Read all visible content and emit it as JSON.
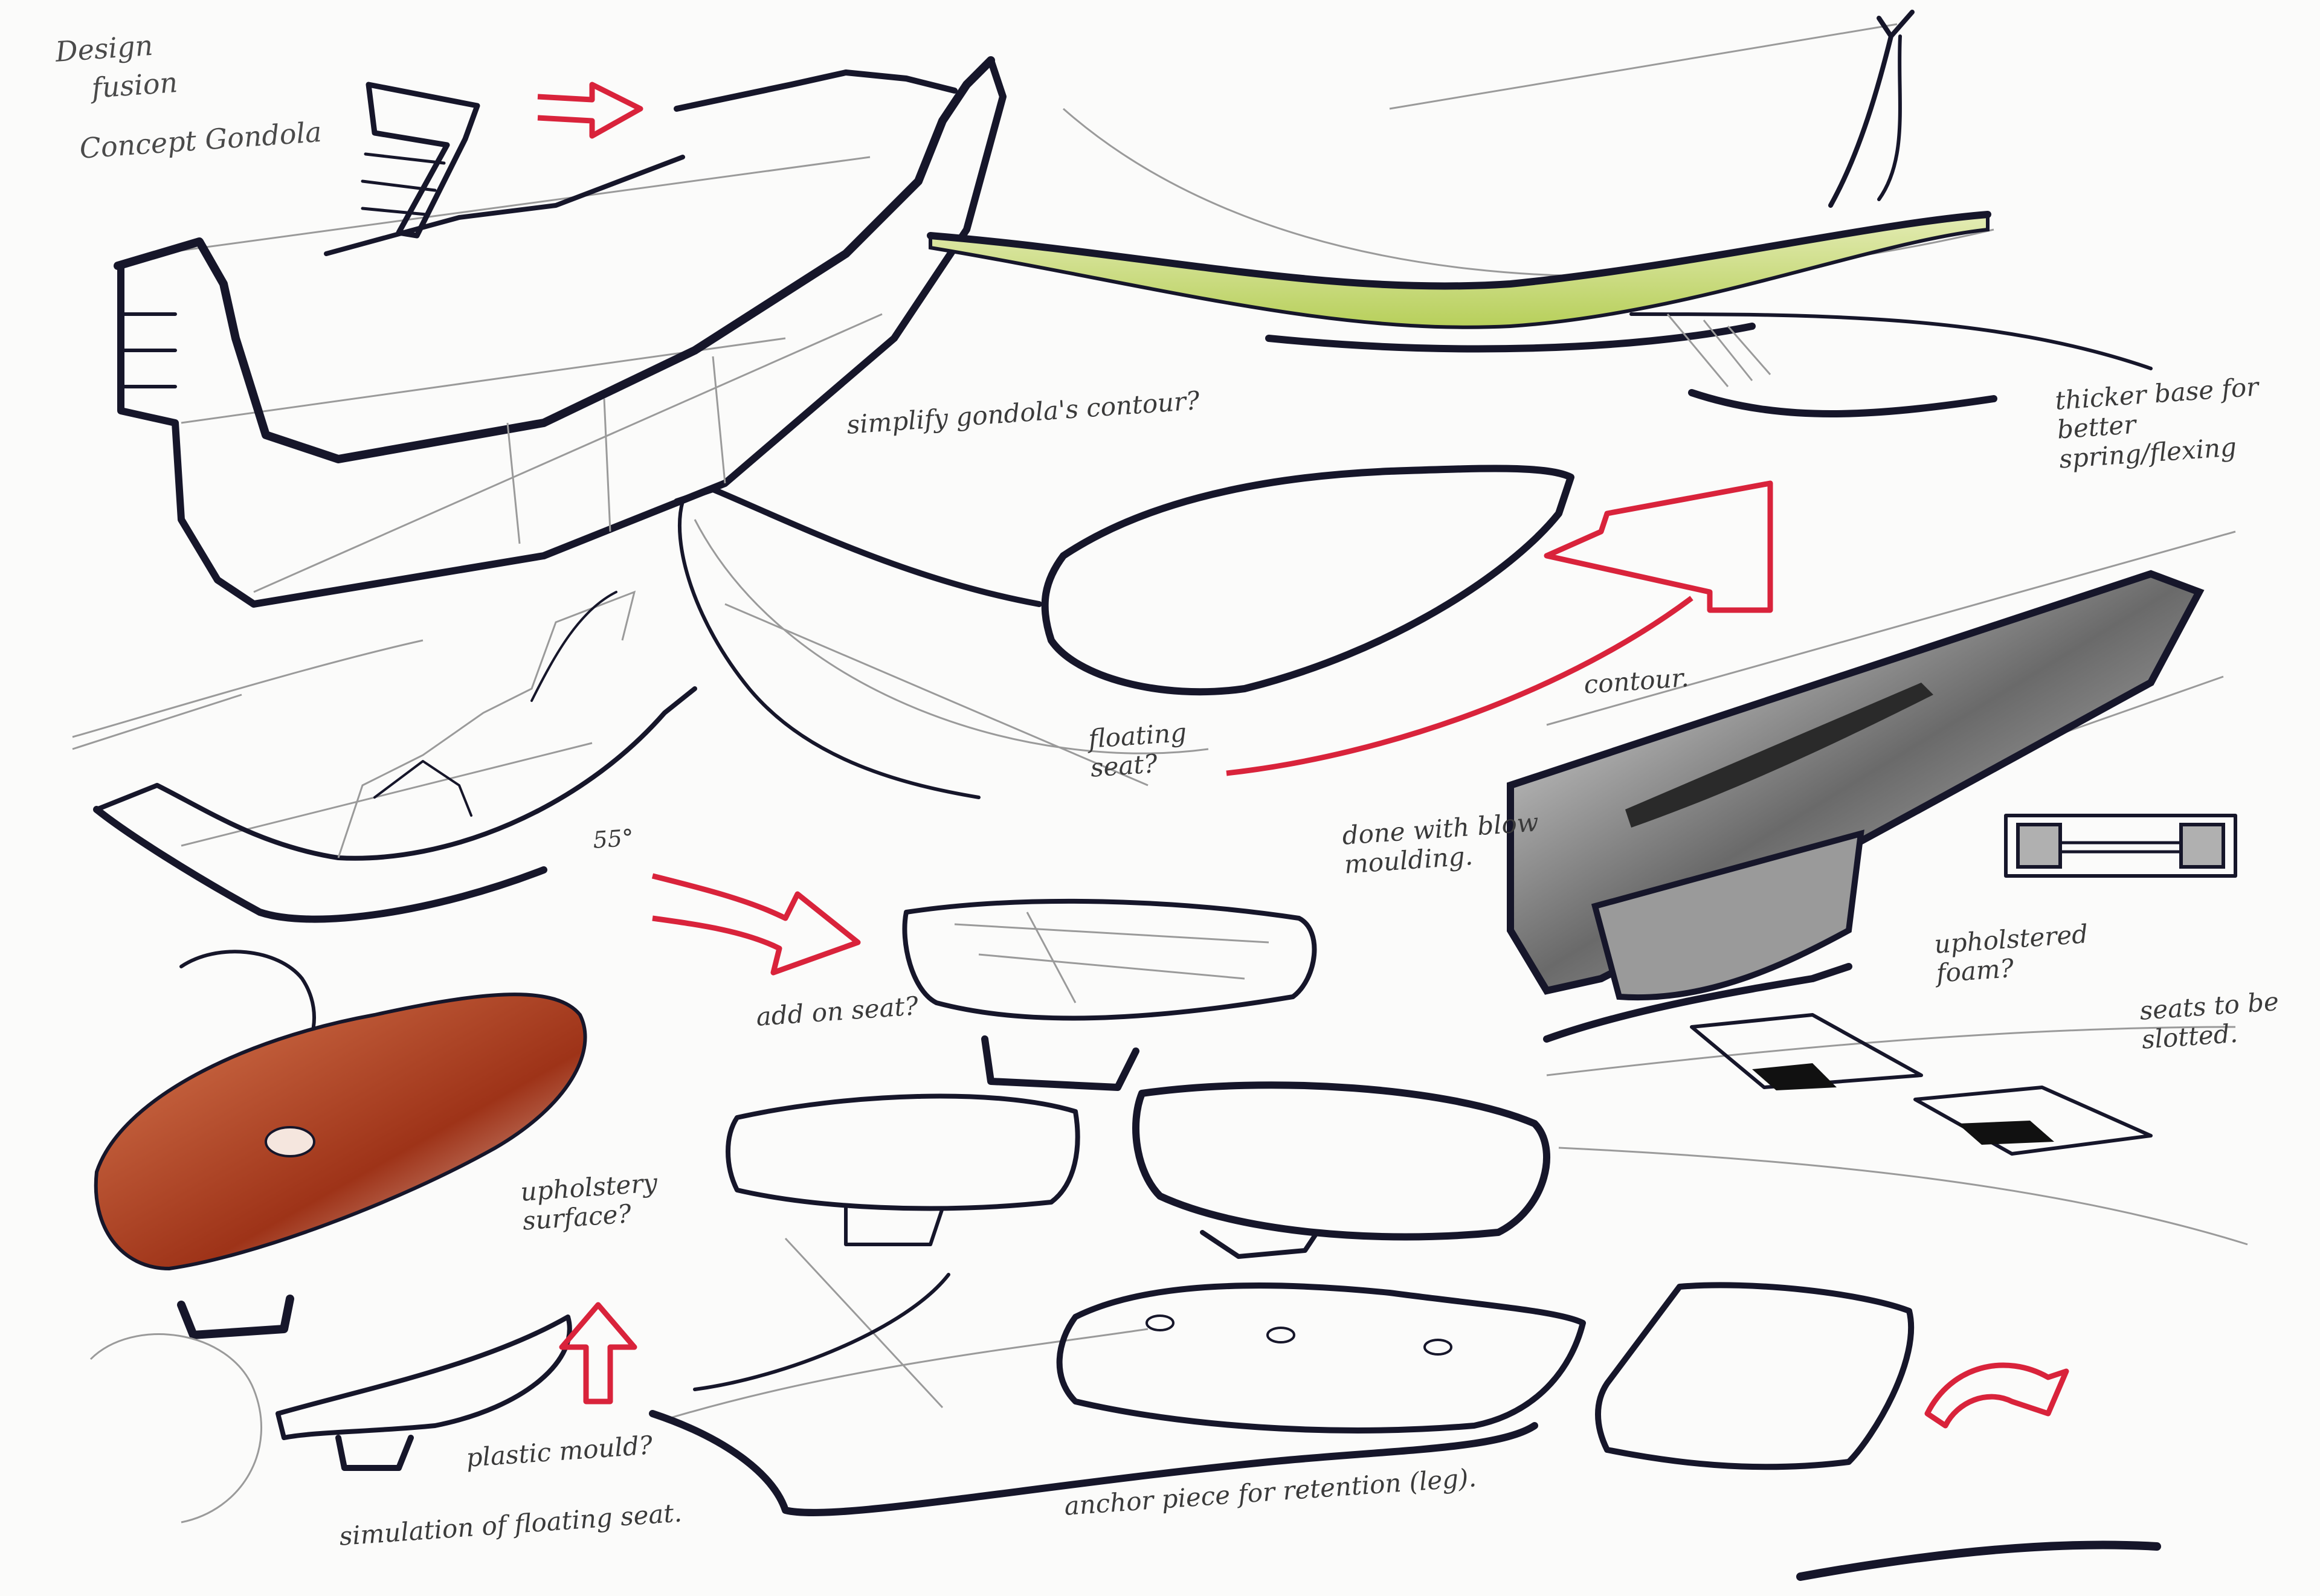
{
  "title_notes": {
    "line1": "Design",
    "line2": "fusion",
    "line3": "Concept Gondola"
  },
  "annotations": [
    {
      "id": "simplify",
      "text": "simplify gondola's contour?"
    },
    {
      "id": "thicker-base",
      "text": "thicker base for better spring/flexing"
    },
    {
      "id": "contour",
      "text": "contour."
    },
    {
      "id": "floating-seat",
      "text": "floating seat?"
    },
    {
      "id": "done-with-moulding",
      "text": "done with blow moulding."
    },
    {
      "id": "upholstered-foam",
      "text": "upholstered foam?"
    },
    {
      "id": "add-on-seat",
      "text": "add on seat?"
    },
    {
      "id": "seats-to-be-slotted",
      "text": "seats to be slotted."
    },
    {
      "id": "upholstery-surface",
      "text": "upholstery surface?"
    },
    {
      "id": "plastic-mould",
      "text": "plastic mould?"
    },
    {
      "id": "simulation-floating-seat",
      "text": "simulation of floating seat."
    },
    {
      "id": "anchor-piece",
      "text": "anchor piece for retention (leg)."
    }
  ],
  "angle_label": "55°",
  "colors": {
    "ink": "#16162a",
    "pencil": "#9a9a9a",
    "marker_red": "#d9233b",
    "lime_accent": "#c9dc7a",
    "rust_seat": "#b84a2a",
    "grey_bench": "#6e6e6e"
  }
}
